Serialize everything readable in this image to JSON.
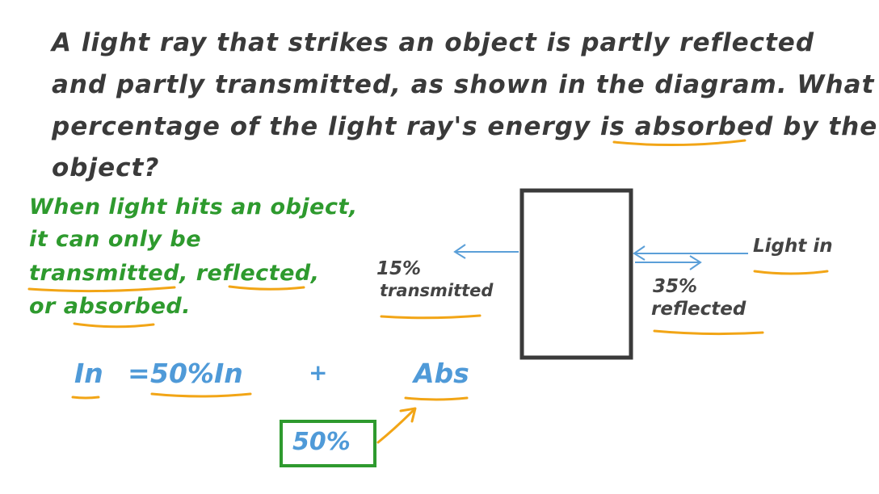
{
  "question": {
    "lines": [
      "A light ray that strikes an object is partly reflected",
      "and partly transmitted, as shown in the diagram. What",
      "percentage of the light ray's energy is absorbed by the",
      "object?"
    ]
  },
  "note": {
    "lines": [
      "When light hits an object,",
      "it can only be",
      "transmitted, reflected,",
      "or absorbed."
    ]
  },
  "diagram": {
    "light_in": "Light in",
    "reflected_pct": "35%",
    "reflected_word": "reflected",
    "transmitted_pct": "15%",
    "transmitted_word": "transmitted"
  },
  "equation": {
    "lhs": "In",
    "equals": "=",
    "term": "50%In",
    "plus": "+",
    "abs": "Abs",
    "answer": "50%"
  },
  "colors": {
    "ink": "#3a3a3a",
    "green": "#2e9a2e",
    "blue": "#4f9ad8",
    "orange": "#f2a516"
  }
}
